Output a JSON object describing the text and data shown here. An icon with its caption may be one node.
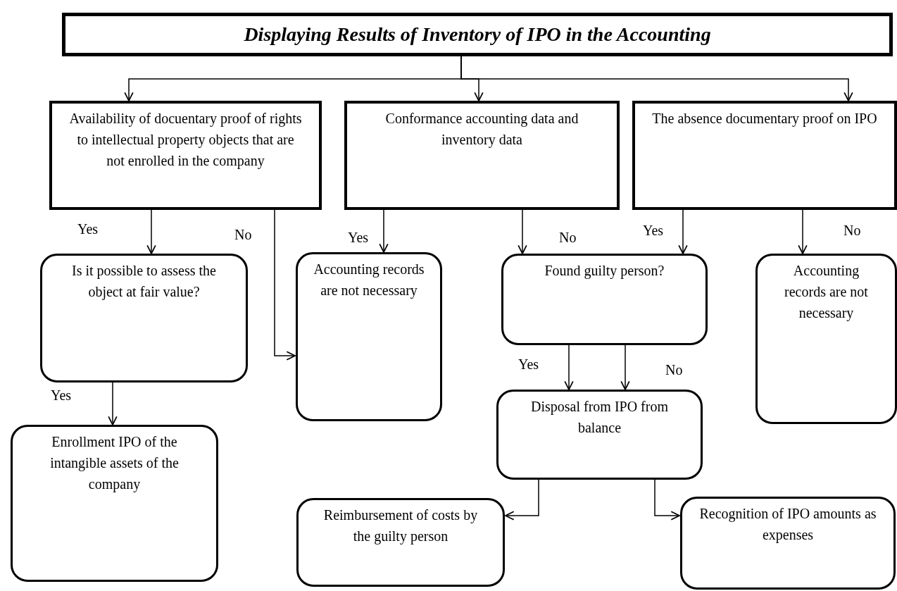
{
  "diagram": {
    "nodes": [
      {
        "text": [
          "Displaying Results of Inventory of IPO in the Accounting"
        ]
      },
      {
        "text": [
          "Availability of docuentary proof of rights to intellectual property objects that are not enrolled in the company"
        ]
      },
      {
        "text": [
          "Conformance accounting data and inventory data"
        ]
      },
      {
        "text": [
          "The absence documentary proof on IPO"
        ]
      },
      {
        "text": [
          "Is it possible to assess the object at fair value?"
        ]
      },
      {
        "text": [
          "Accounting records are not necessary"
        ]
      },
      {
        "text": [
          "Found guilty person?"
        ]
      },
      {
        "text": [
          "Accounting records are not necessary"
        ]
      },
      {
        "text": [
          "Enrollment IPO of the intangible assets of the company"
        ]
      },
      {
        "text": [
          "Disposal from IPO from balance"
        ]
      },
      {
        "text": [
          "Reimbursement of costs by the guilty person"
        ]
      },
      {
        "text": [
          "Recognition of IPO amounts as expenses"
        ]
      }
    ],
    "edges": [
      {
        "from": 0,
        "to": 1,
        "arrow": "to"
      },
      {
        "from": 0,
        "to": 2,
        "arrow": "to"
      },
      {
        "from": 0,
        "to": 3,
        "arrow": "to"
      },
      {
        "from": 1,
        "to": 4,
        "arrow": "to",
        "label": "Yes"
      },
      {
        "from": 1,
        "to": 5,
        "arrow": "to",
        "label": "No"
      },
      {
        "from": 2,
        "to": 5,
        "arrow": "to",
        "label": "Yes"
      },
      {
        "from": 2,
        "to": 6,
        "arrow": "to",
        "label": "No"
      },
      {
        "from": 3,
        "to": 6,
        "arrow": "to",
        "label": "Yes"
      },
      {
        "from": 3,
        "to": 7,
        "arrow": "to",
        "label": "No"
      },
      {
        "from": 4,
        "to": 8,
        "arrow": "to",
        "label": "Yes"
      },
      {
        "from": 6,
        "to": 9,
        "arrow": "to",
        "label": "Yes"
      },
      {
        "from": 6,
        "to": 9,
        "arrow": "to",
        "label": "No"
      },
      {
        "from": 9,
        "to": 10,
        "arrow": "to"
      },
      {
        "from": 9,
        "to": 11,
        "arrow": "to"
      }
    ]
  }
}
